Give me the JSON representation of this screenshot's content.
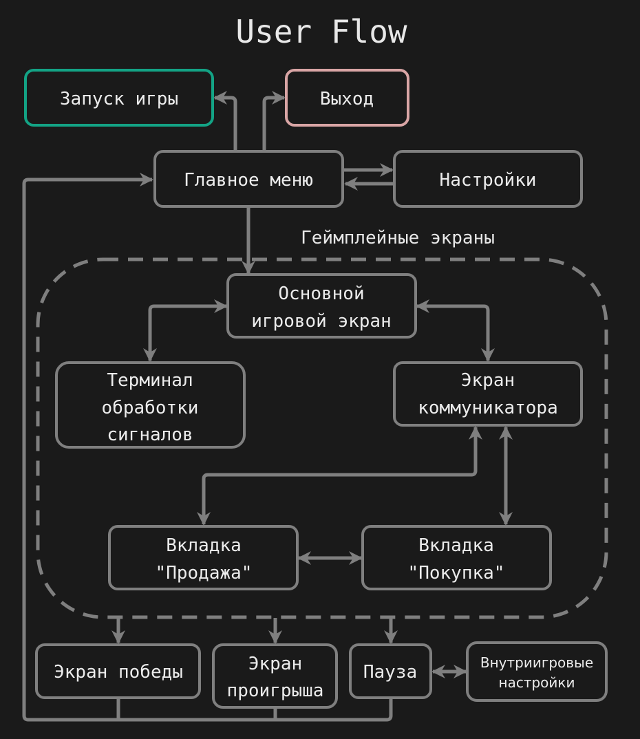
{
  "title": "User Flow",
  "colors": {
    "background": "#1a1a1a",
    "line": "#7f7f7f",
    "text": "#ececec",
    "start_border": "#13a385",
    "exit_border": "#d9a5a5"
  },
  "group": {
    "label": "Геймплейные экраны"
  },
  "nodes": {
    "launch": {
      "lines": [
        "Запуск игры"
      ]
    },
    "exit": {
      "lines": [
        "Выход"
      ]
    },
    "main_menu": {
      "lines": [
        "Главное меню"
      ]
    },
    "settings": {
      "lines": [
        "Настройки"
      ]
    },
    "main_game": {
      "lines": [
        "Основной",
        "игровой экран"
      ]
    },
    "terminal": {
      "lines": [
        "Терминал",
        "обработки",
        "сигналов"
      ]
    },
    "communicator": {
      "lines": [
        "Экран",
        "коммуникатора"
      ]
    },
    "sell_tab": {
      "lines": [
        "Вкладка",
        "\"Продажа\""
      ]
    },
    "buy_tab": {
      "lines": [
        "Вкладка",
        "\"Покупка\""
      ]
    },
    "victory": {
      "lines": [
        "Экран победы"
      ]
    },
    "defeat": {
      "lines": [
        "Экран",
        "проигрыша"
      ]
    },
    "pause": {
      "lines": [
        "Пауза"
      ]
    },
    "ingame_settings": {
      "lines": [
        "Внутриигровые",
        "настройки"
      ]
    }
  },
  "edges": [
    {
      "from": "main_menu",
      "to": "launch"
    },
    {
      "from": "main_menu",
      "to": "exit"
    },
    {
      "from": "main_menu",
      "to": "settings"
    },
    {
      "from": "settings",
      "to": "main_menu"
    },
    {
      "from": "main_menu",
      "to": "main_game"
    },
    {
      "from": "main_game",
      "to": "terminal",
      "bidirectional": true
    },
    {
      "from": "main_game",
      "to": "communicator",
      "bidirectional": true
    },
    {
      "from": "communicator",
      "to": "sell_tab",
      "bidirectional": true
    },
    {
      "from": "communicator",
      "to": "buy_tab",
      "bidirectional": true
    },
    {
      "from": "sell_tab",
      "to": "buy_tab",
      "bidirectional": true
    },
    {
      "from": "gameplay_group",
      "to": "victory"
    },
    {
      "from": "gameplay_group",
      "to": "defeat"
    },
    {
      "from": "gameplay_group",
      "to": "pause"
    },
    {
      "from": "pause",
      "to": "ingame_settings",
      "bidirectional": true
    },
    {
      "from": "victory",
      "to": "main_menu"
    },
    {
      "from": "defeat",
      "to": "main_menu"
    },
    {
      "from": "pause",
      "to": "main_menu"
    }
  ]
}
